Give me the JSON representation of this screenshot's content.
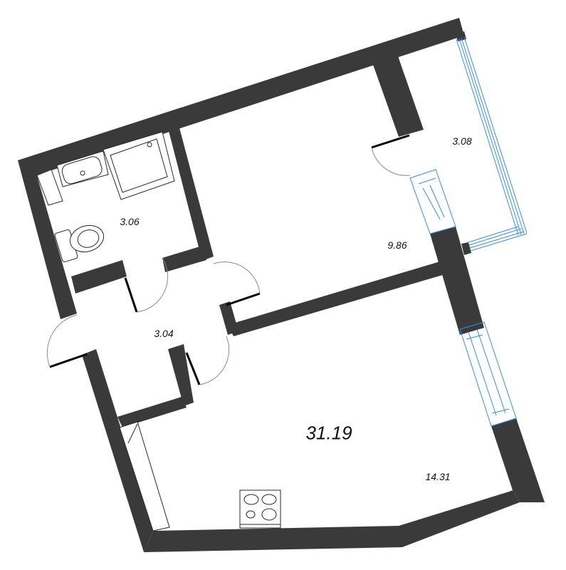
{
  "plan": {
    "total_area": "31.19",
    "rooms": [
      {
        "id": "bathroom",
        "area": "3.06"
      },
      {
        "id": "bedroom",
        "area": "9.86"
      },
      {
        "id": "balcony",
        "area": "3.08"
      },
      {
        "id": "hallway",
        "area": "3.04"
      },
      {
        "id": "kitchen-living",
        "area": "14.31"
      }
    ],
    "colors": {
      "wall": "#3a3a3a",
      "window": "#2f8ff0",
      "background": "#ffffff"
    }
  }
}
